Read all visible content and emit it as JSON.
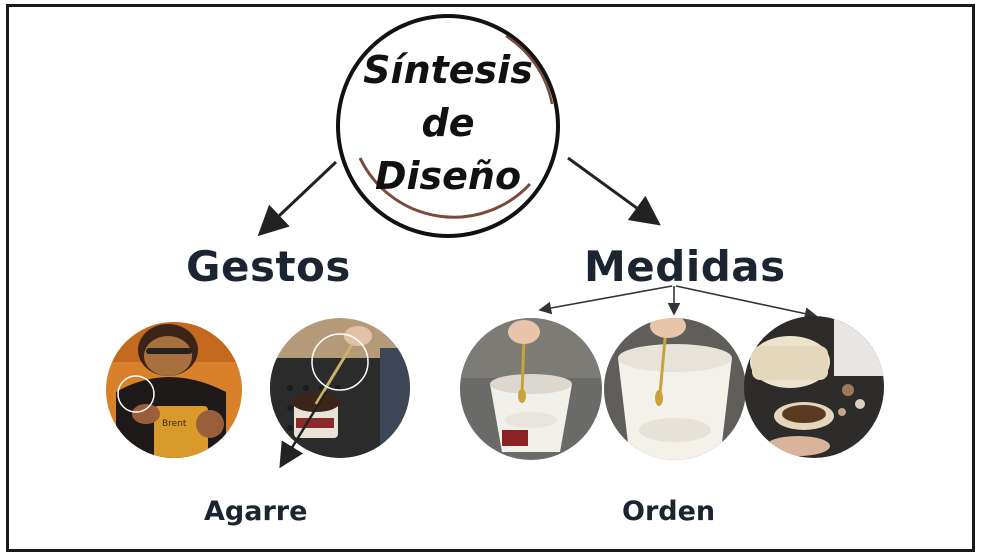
{
  "title": {
    "lines": [
      "Síntesis",
      "de",
      "Diseño"
    ]
  },
  "branches": {
    "left": {
      "heading": "Gestos",
      "caption": "Agarre"
    },
    "right": {
      "heading": "Medidas",
      "caption": "Orden"
    }
  },
  "photos": [
    {
      "name": "photo-person-holding-cup"
    },
    {
      "name": "photo-spoon-in-cup-top-view"
    },
    {
      "name": "photo-spoon-in-paper-cup-1"
    },
    {
      "name": "photo-spoon-in-paper-cup-2"
    },
    {
      "name": "photo-container-and-cup"
    }
  ]
}
